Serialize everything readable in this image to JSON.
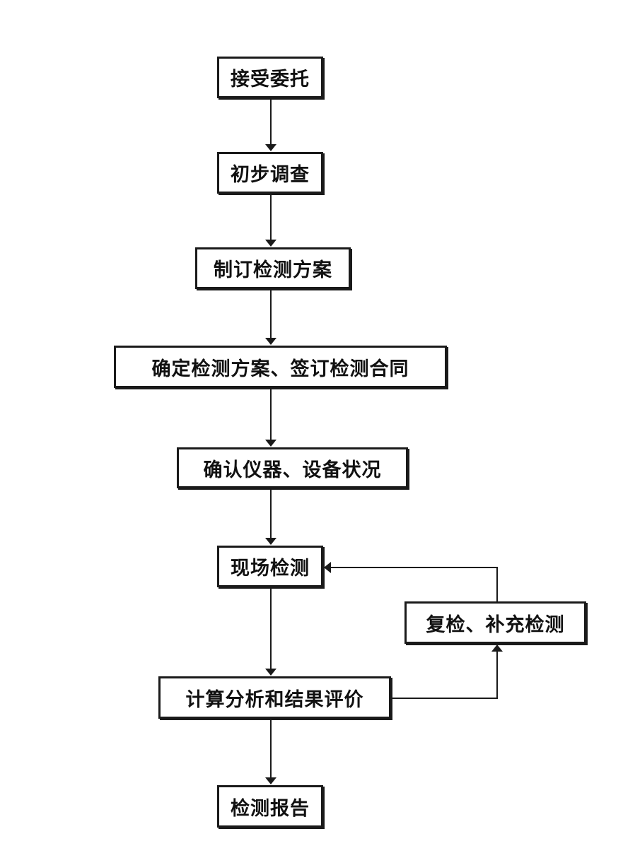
{
  "flowchart": {
    "steps": [
      {
        "id": "accept",
        "label": "接受委托"
      },
      {
        "id": "survey",
        "label": "初步调查"
      },
      {
        "id": "draft_plan",
        "label": "制订检测方案"
      },
      {
        "id": "confirm_plan",
        "label": "确定检测方案、签订检测合同"
      },
      {
        "id": "check_instruments",
        "label": "确认仪器、设备状况"
      },
      {
        "id": "onsite",
        "label": "现场检测"
      },
      {
        "id": "recheck",
        "label": "复检、补充检测"
      },
      {
        "id": "analysis",
        "label": "计算分析和结果评价"
      },
      {
        "id": "report",
        "label": "检测报告"
      }
    ],
    "edges": [
      {
        "from": "accept",
        "to": "survey"
      },
      {
        "from": "survey",
        "to": "draft_plan"
      },
      {
        "from": "draft_plan",
        "to": "confirm_plan"
      },
      {
        "from": "confirm_plan",
        "to": "check_instruments"
      },
      {
        "from": "check_instruments",
        "to": "onsite"
      },
      {
        "from": "onsite",
        "to": "analysis"
      },
      {
        "from": "analysis",
        "to": "report"
      },
      {
        "from": "analysis",
        "to": "recheck"
      },
      {
        "from": "recheck",
        "to": "onsite"
      }
    ],
    "colors": {
      "line": "#1a1a1a",
      "text": "#111111",
      "background": "#ffffff"
    }
  }
}
